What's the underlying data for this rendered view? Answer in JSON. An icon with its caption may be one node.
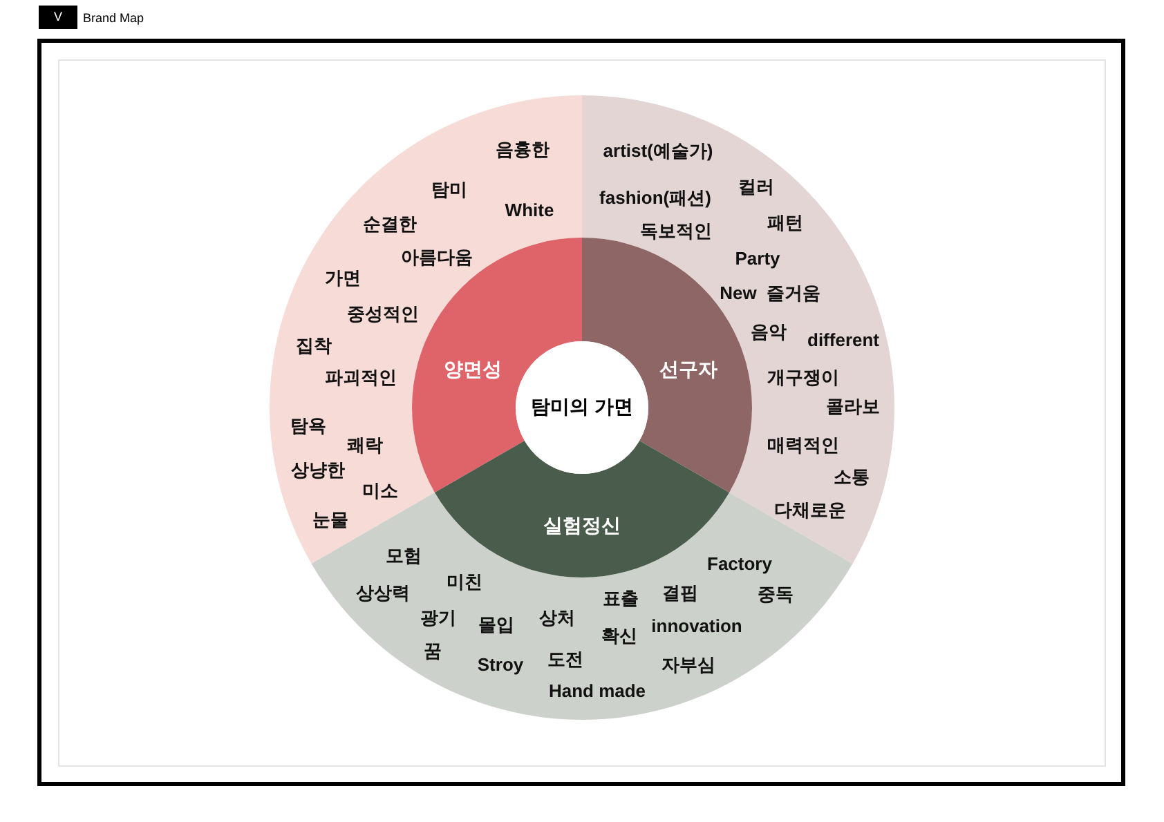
{
  "diagram": {
    "title": "Brand Map",
    "nodes": [
      {
        "text": [
          "탐미의 가면"
        ]
      },
      {
        "text": [
          "양면성"
        ]
      },
      {
        "text": [
          "선구자"
        ]
      },
      {
        "text": [
          "실험정신"
        ]
      },
      {
        "text": [
          "음흉한",
          "탐미",
          "White",
          "순결한",
          "아름다움",
          "가면",
          "중성적인",
          "집착",
          "파괴적인",
          "탐욕",
          "쾌락",
          "상냥한",
          "미소",
          "눈물"
        ]
      },
      {
        "text": [
          "artist(예술가)",
          "fashion(패션)",
          "컬러",
          "독보적인",
          "패턴",
          "Party",
          "New",
          "즐거움",
          "음악",
          "different",
          "개구쟁이",
          "콜라보",
          "매력적인",
          "소통",
          "다채로운"
        ]
      },
      {
        "text": [
          "모험",
          "상상력",
          "미친",
          "광기",
          "몰입",
          "상처",
          "표출",
          "결핍",
          "Factory",
          "중독",
          "확신",
          "innovation",
          "꿈",
          "Stroy",
          "도전",
          "자부심",
          "Hand made"
        ]
      }
    ],
    "labels": [
      "V"
    ]
  }
}
